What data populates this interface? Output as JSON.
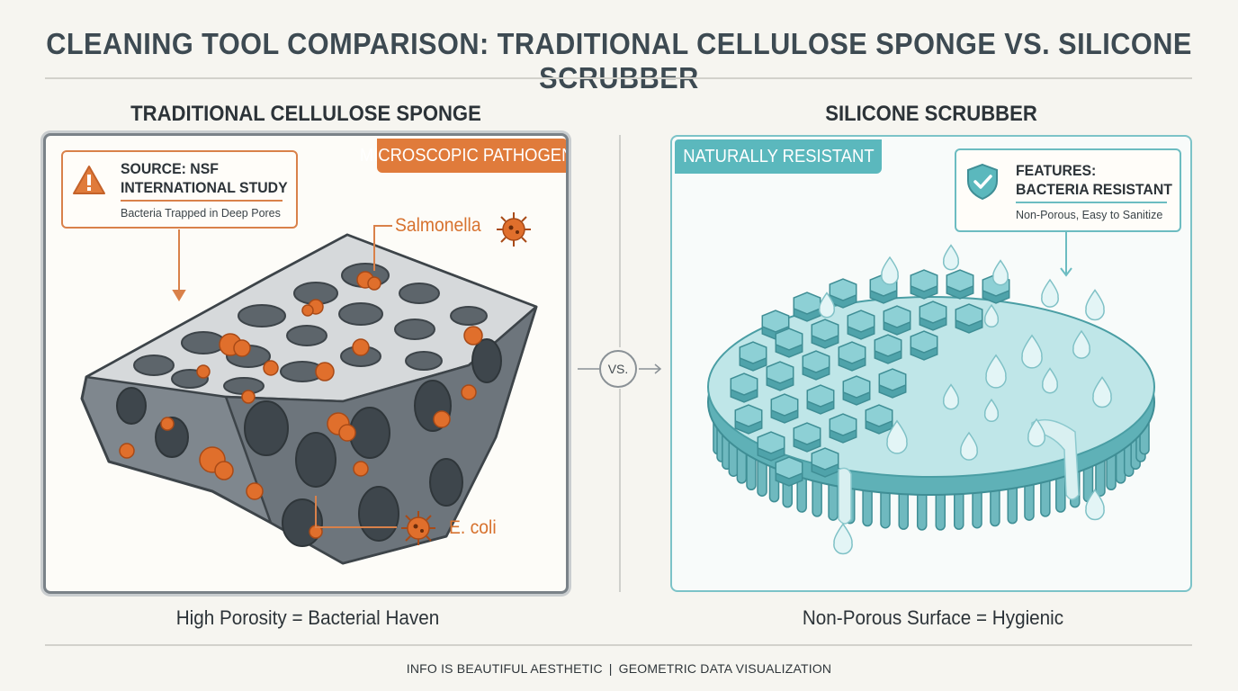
{
  "title": "CLEANING TOOL COMPARISON: TRADITIONAL CELLULOSE SPONGE VS. SILICONE SCRUBBER",
  "left_panel": {
    "heading": "TRADITIONAL CELLULOSE SPONGE",
    "tag": "MICROSCOPIC PATHOGENS",
    "callout": {
      "title_line1": "SOURCE: NSF",
      "title_line2": "INTERNATIONAL STUDY",
      "subtitle": "Bacteria Trapped in Deep Pores",
      "icon": "warning-triangle-icon"
    },
    "labels": [
      "Salmonella",
      "E. coli"
    ],
    "caption": "High Porosity = Bacterial Haven"
  },
  "vs_label": "VS.",
  "right_panel": {
    "heading": "SILICONE SCRUBBER",
    "tag": "NATURALLY RESISTANT",
    "callout": {
      "title_line1": "FEATURES:",
      "title_line2": "BACTERIA RESISTANT",
      "subtitle": "Non-Porous, Easy to Sanitize",
      "icon": "shield-check-icon"
    },
    "caption": "Non-Porous Surface = Hygienic"
  },
  "footer": {
    "left": "INFO IS BEAUTIFUL AESTHETIC",
    "separator": "|",
    "right": "GEOMETRIC DATA VISUALIZATION"
  },
  "colors": {
    "accent_orange": "#e07b3b",
    "accent_teal": "#5bb8bd",
    "sponge_gray": "#7d858c",
    "bacteria": "#e06f2c",
    "silicone": "#a9dde0"
  }
}
